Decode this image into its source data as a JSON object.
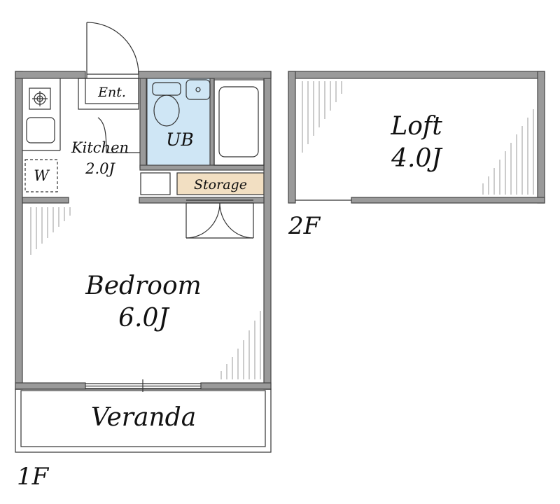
{
  "floors": {
    "first": {
      "label": "1F",
      "rooms": {
        "entrance": "Ent.",
        "kitchen": "Kitchen",
        "kitchen_size": "2.0J",
        "unit_bath": "UB",
        "washer": "W",
        "storage": "Storage",
        "bedroom": "Bedroom",
        "bedroom_size": "6.0J",
        "veranda": "Veranda"
      }
    },
    "second": {
      "label": "2F",
      "rooms": {
        "loft": "Loft",
        "loft_size": "4.0J"
      }
    }
  },
  "colors": {
    "wall": "#9a9a9a",
    "unit_bath": "#cfe6f5",
    "storage": "#f2dfc2"
  },
  "icons": [
    "gas-burner-icon",
    "sink-icon",
    "toilet-icon",
    "washbasin-icon",
    "bathtub-icon"
  ]
}
